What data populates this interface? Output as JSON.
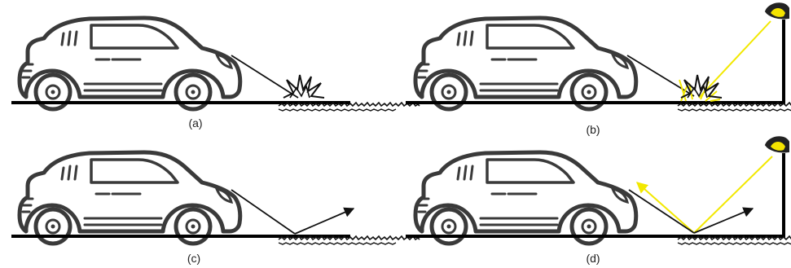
{
  "panels": [
    {
      "id": "a",
      "label": "(a)",
      "ground_texture": true,
      "surface": "rough",
      "lamp": false,
      "car_ray": "to_surface",
      "reflection": "scattered"
    },
    {
      "id": "b",
      "label": "(b)",
      "ground_texture": true,
      "surface": "rough",
      "lamp": true,
      "car_ray": "to_surface",
      "reflection": "scattered_with_light"
    },
    {
      "id": "c",
      "label": "(c)",
      "ground_texture": true,
      "surface": "smooth",
      "lamp": false,
      "car_ray": "to_surface",
      "reflection": "specular"
    },
    {
      "id": "d",
      "label": "(d)",
      "ground_texture": true,
      "surface": "smooth",
      "lamp": true,
      "car_ray": "to_surface",
      "reflection": "specular_with_light"
    }
  ],
  "colors": {
    "car_outline": "#3a3a3a",
    "ground": "#000000",
    "ray": "#111111",
    "light": "#f2e800",
    "lamp_body": "#222222",
    "lamp_glow": "#f5e400"
  }
}
